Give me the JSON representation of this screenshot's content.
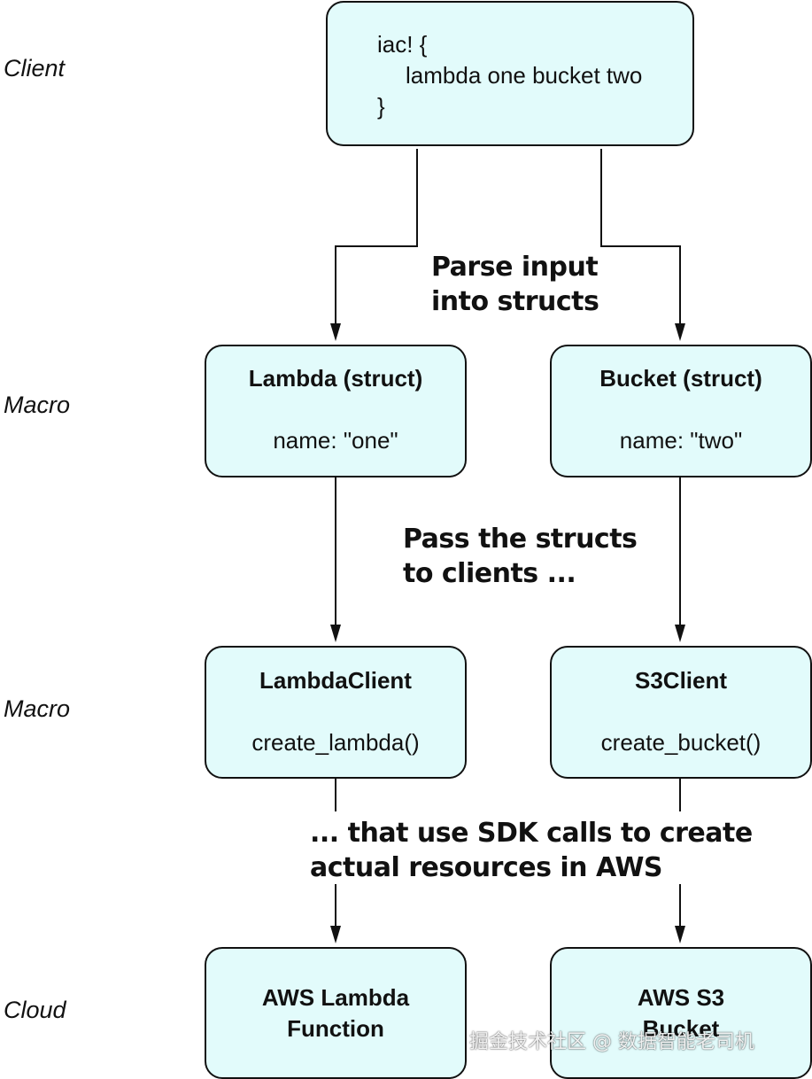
{
  "lanes": {
    "client": "Client",
    "macro_structs": "Macro",
    "macro_clients": "Macro",
    "cloud": "Cloud"
  },
  "client_box": {
    "line1": "iac! {",
    "line2": "lambda one bucket two",
    "line3": "}"
  },
  "notes": {
    "parse_line1": "Parse input",
    "parse_line2": "into structs",
    "pass_line1": "Pass the structs",
    "pass_line2": "to clients ...",
    "sdk_line1": "... that use SDK calls to create",
    "sdk_line2": "actual resources in AWS"
  },
  "structs": {
    "lambda_title": "Lambda (struct)",
    "lambda_field": "name: \"one\"",
    "bucket_title": "Bucket (struct)",
    "bucket_field": "name: \"two\""
  },
  "clients": {
    "lambda_title": "LambdaClient",
    "lambda_call": "create_lambda()",
    "s3_title": "S3Client",
    "s3_call": "create_bucket()"
  },
  "resources": {
    "lambda_line1": "AWS Lambda",
    "lambda_line2": "Function",
    "s3_line1": "AWS S3",
    "s3_line2": "Bucket"
  },
  "colors": {
    "box_fill": "#e2fbfb",
    "stroke": "#111111"
  },
  "watermark": "掘金技术社区 @ 数据智能老司机"
}
